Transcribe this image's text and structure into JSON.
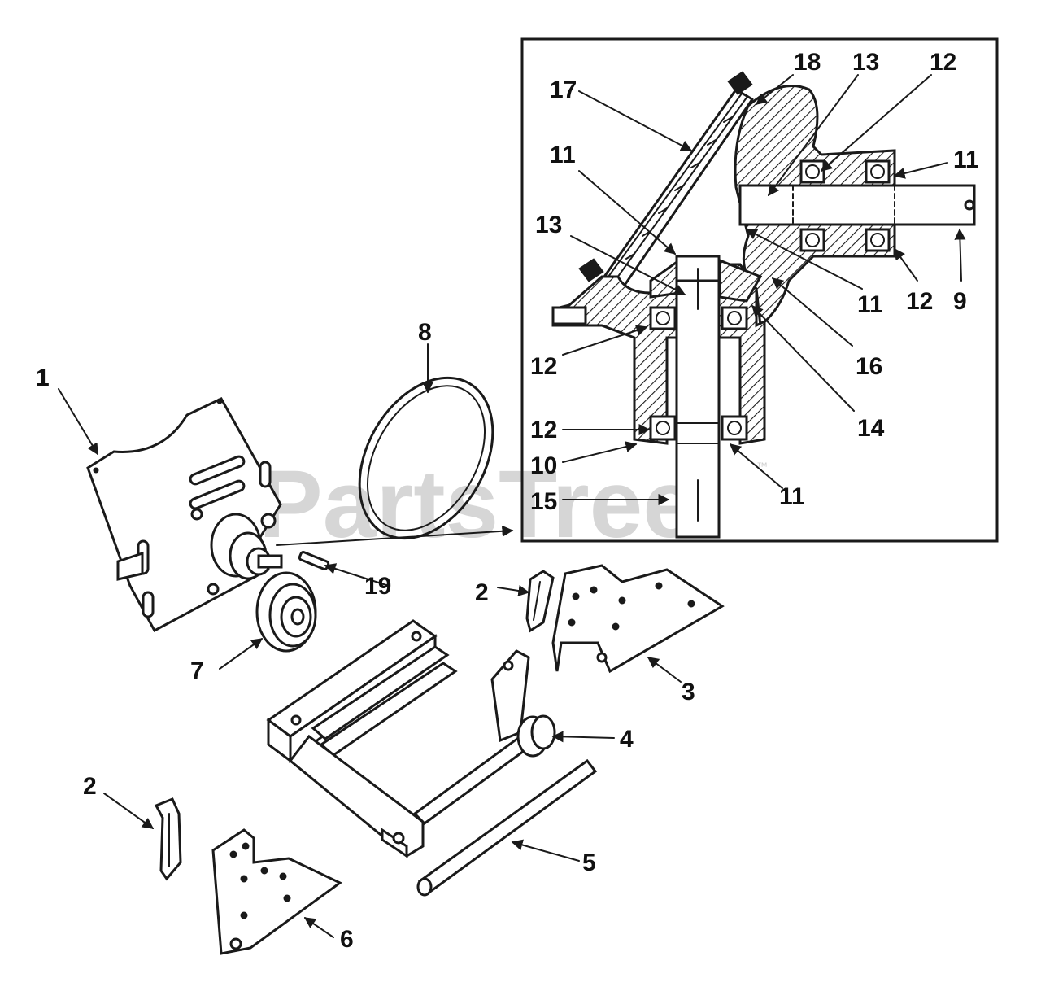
{
  "watermark": {
    "text": "PartsTree",
    "trademark": "™"
  },
  "callouts": {
    "c1": "1",
    "c2a": "2",
    "c2b": "2",
    "c3": "3",
    "c4": "4",
    "c5": "5",
    "c6": "6",
    "c7": "7",
    "c8": "8",
    "c9": "9",
    "c10": "10",
    "c11a": "11",
    "c11b": "11",
    "c11c": "11",
    "c11d": "11",
    "c12a": "12",
    "c12b": "12",
    "c12c": "12",
    "c12d": "12",
    "c13a": "13",
    "c13b": "13",
    "c14": "14",
    "c15": "15",
    "c16": "16",
    "c17": "17",
    "c18": "18",
    "c19": "19"
  }
}
